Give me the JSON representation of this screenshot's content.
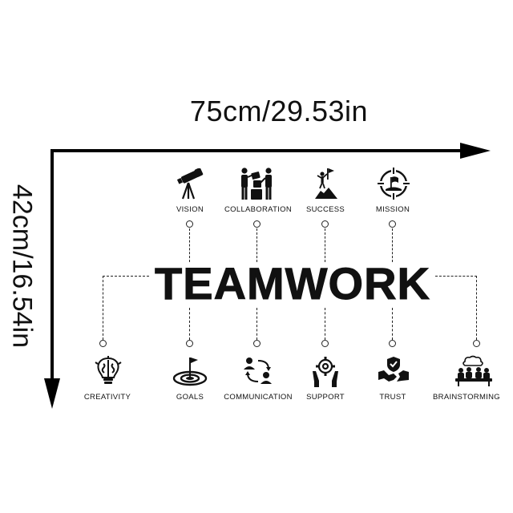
{
  "dimensions": {
    "width_label": "75cm/29.53in",
    "height_label": "42cm/16.54in"
  },
  "title": "TEAMWORK",
  "top_items": [
    {
      "label": "VISION",
      "icon": "telescope-icon"
    },
    {
      "label": "COLLABORATION",
      "icon": "people-collaborating-icon"
    },
    {
      "label": "SUCCESS",
      "icon": "summit-flag-icon"
    },
    {
      "label": "MISSION",
      "icon": "target-flag-icon"
    }
  ],
  "bottom_items": [
    {
      "label": "CREATIVITY",
      "icon": "brain-bulb-icon"
    },
    {
      "label": "GOALS",
      "icon": "bullseye-flag-icon"
    },
    {
      "label": "COMMUNICATION",
      "icon": "people-exchange-icon"
    },
    {
      "label": "SUPPORT",
      "icon": "hands-gear-icon"
    },
    {
      "label": "TRUST",
      "icon": "handshake-shield-icon"
    },
    {
      "label": "BRAINSTORMING",
      "icon": "meeting-table-icon"
    }
  ],
  "colors": {
    "ink": "#111111",
    "background": "#ffffff"
  }
}
